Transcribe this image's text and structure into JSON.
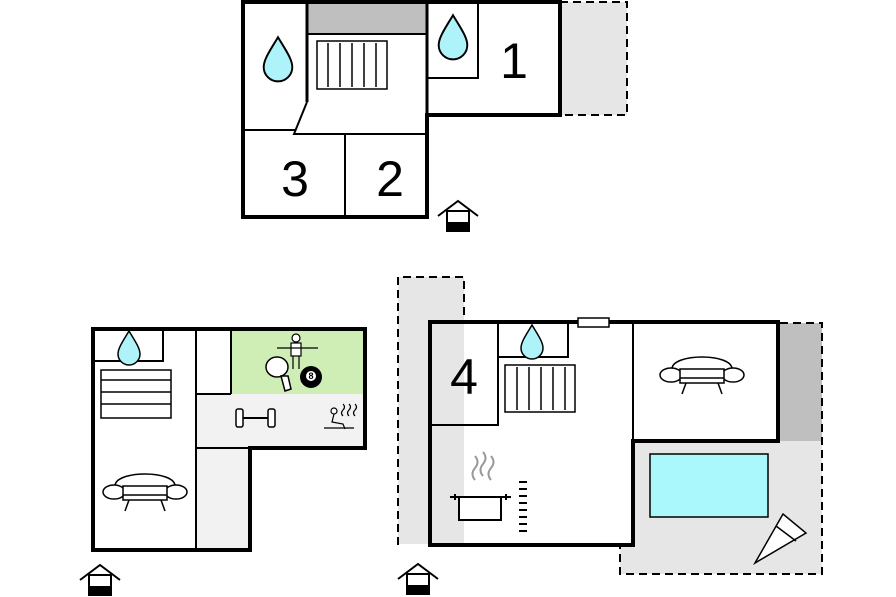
{
  "colors": {
    "wall": "#000000",
    "terrace": "#e6e6e6",
    "shade": "#bfbfbf",
    "water": "#aef3f9",
    "pool": "#aaf8fc",
    "game_room": "#cfeeb5",
    "hallway": "#f2f2f2"
  },
  "upper_floor": {
    "room_numbers": [
      "1",
      "2",
      "3"
    ]
  },
  "lower_left": {
    "billiard_ball_number": "8"
  },
  "lower_right": {
    "room_numbers": [
      "4"
    ]
  },
  "icons": [
    "water-drop-icon",
    "radiator-icon",
    "sofa-icon",
    "table-tennis-icon",
    "billiard-ball-icon",
    "table-football-icon",
    "dumbbell-icon",
    "sauna-icon",
    "cooking-pot-icon",
    "steam-icon",
    "pool-icon",
    "sun-lounger-icon",
    "entrance-icon"
  ]
}
